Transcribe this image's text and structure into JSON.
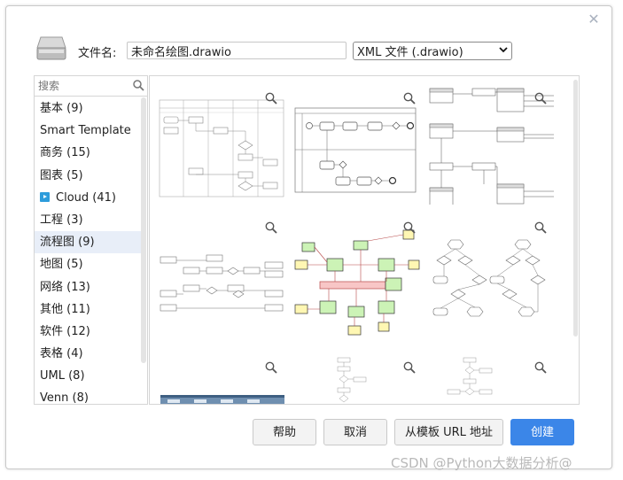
{
  "header": {
    "filename_label": "文件名:",
    "filename_value": "未命名绘图.drawio",
    "format_selected": "XML 文件 (.drawio)"
  },
  "sidebar": {
    "search_placeholder": "搜索",
    "categories": [
      {
        "label": "基本 (9)"
      },
      {
        "label": "Smart Template"
      },
      {
        "label": "商务 (15)"
      },
      {
        "label": "图表 (5)"
      },
      {
        "label": "Cloud (41)",
        "icon": "cloud-play-icon"
      },
      {
        "label": "工程 (3)"
      },
      {
        "label": "流程图 (9)",
        "selected": true
      },
      {
        "label": "地图 (5)"
      },
      {
        "label": "网络 (13)"
      },
      {
        "label": "其他 (11)"
      },
      {
        "label": "软件 (12)"
      },
      {
        "label": "表格 (4)"
      },
      {
        "label": "UML (8)"
      },
      {
        "label": "Venn (8)"
      }
    ]
  },
  "buttons": {
    "help": "帮助",
    "cancel": "取消",
    "from_template_url": "从模板 URL 地址",
    "create": "创建"
  },
  "watermark": "CSDN @Python大数据分析@",
  "colors": {
    "accent": "#3b86e8",
    "selected_row": "#e8eef8",
    "cloud_icon": "#2d9cdb",
    "green_node": "#ccf3b6",
    "yellow_node": "#fff7b3",
    "red_bar": "#f8c6c6"
  }
}
